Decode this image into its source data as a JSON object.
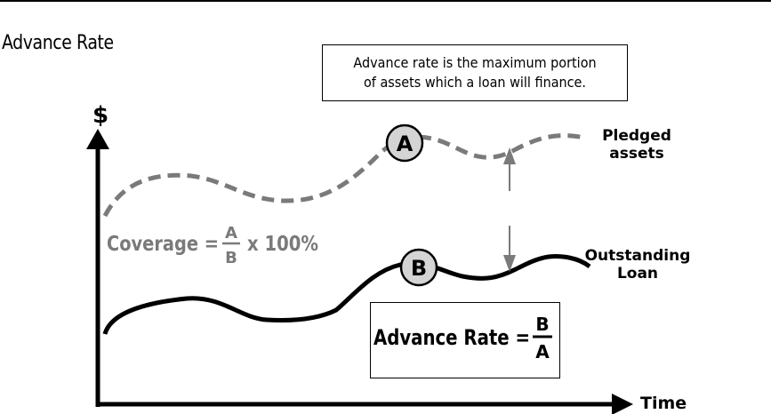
{
  "title": "Advance Rate",
  "note": {
    "line1": "Advance rate is the maximum portion",
    "line2": "of assets which a loan will finance."
  },
  "axes": {
    "y_label": "$",
    "x_label": "Time"
  },
  "series": {
    "pledged": {
      "line1": "Pledged",
      "line2": "assets",
      "marker": "A",
      "color": "#7a7a7a",
      "style": "dashed"
    },
    "loan": {
      "line1": "Outstanding",
      "line2": "Loan",
      "marker": "B",
      "color": "#000000",
      "style": "solid"
    }
  },
  "coverage_formula": {
    "prefix": "Coverage =",
    "numerator": "A",
    "denominator": "B",
    "suffix": "x 100%",
    "color": "#7a7a7a"
  },
  "advance_formula": {
    "prefix": "Advance Rate =",
    "numerator": "B",
    "denominator": "A"
  },
  "colors": {
    "marker_fill": "#d4d4d4",
    "gray": "#7a7a7a"
  }
}
